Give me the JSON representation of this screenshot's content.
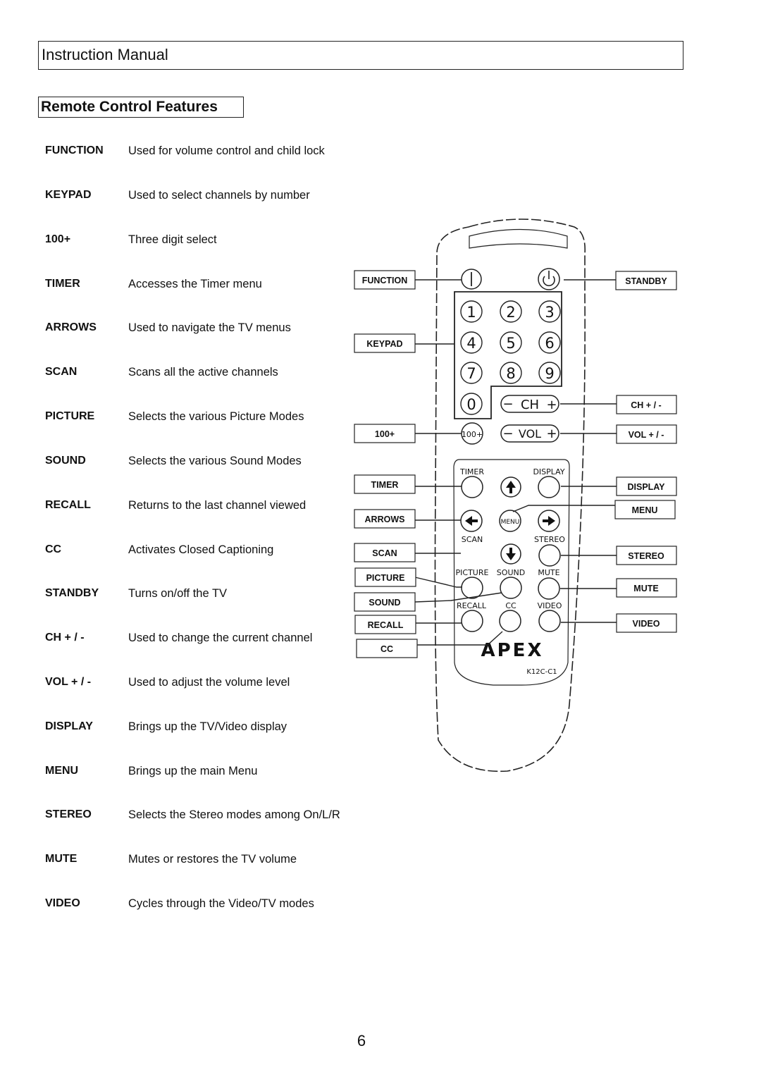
{
  "header": {
    "title": "Instruction Manual"
  },
  "section": {
    "title": "Remote Control Features"
  },
  "features": [
    {
      "key": "FUNCTION",
      "desc": "Used for volume control and child lock"
    },
    {
      "key": "KEYPAD",
      "desc": "Used to select channels by number"
    },
    {
      "key": "100+",
      "desc": "Three digit select"
    },
    {
      "key": "TIMER",
      "desc": "Accesses the Timer menu"
    },
    {
      "key": "ARROWS",
      "desc": "Used to navigate the TV menus"
    },
    {
      "key": "SCAN",
      "desc": "Scans all the active channels"
    },
    {
      "key": "PICTURE",
      "desc": "Selects the various Picture Modes"
    },
    {
      "key": "SOUND",
      "desc": "Selects the various Sound Modes"
    },
    {
      "key": "RECALL",
      "desc": "Returns to the last channel viewed"
    },
    {
      "key": "CC",
      "desc": "Activates Closed Captioning"
    },
    {
      "key": "STANDBY",
      "desc": "Turns on/off the TV"
    },
    {
      "key": "CH  + / -",
      "desc": "Used to change the current channel"
    },
    {
      "key": "VOL + / -",
      "desc": "Used to adjust the volume level"
    },
    {
      "key": "DISPLAY",
      "desc": "Brings up the TV/Video display"
    },
    {
      "key": "MENU",
      "desc": "Brings up the main Menu"
    },
    {
      "key": "STEREO",
      "desc": "Selects the Stereo modes among On/L/R"
    },
    {
      "key": "MUTE",
      "desc": "Mutes or restores the TV volume"
    },
    {
      "key": "VIDEO",
      "desc": "Cycles through the Video/TV modes"
    }
  ],
  "callouts": {
    "function": "FUNCTION",
    "keypad": "KEYPAD",
    "hundred": "100+",
    "timer": "TIMER",
    "arrows": "ARROWS",
    "scan": "SCAN",
    "picture": "PICTURE",
    "sound": "SOUND",
    "recall": "RECALL",
    "cc": "CC",
    "standby": "STANDBY",
    "ch": "CH + / -",
    "vol": "VOL + / -",
    "display": "DISPLAY",
    "menu": "MENU",
    "stereo": "STEREO",
    "mute": "MUTE",
    "video": "VIDEO"
  },
  "remote": {
    "keys": [
      "1",
      "2",
      "3",
      "4",
      "5",
      "6",
      "7",
      "8",
      "9",
      "0"
    ],
    "ch_label": "CH",
    "vol_label": "VOL",
    "hundred_label": "100+",
    "button_labels": {
      "timer": "TIMER",
      "display": "DISPLAY",
      "menu": "MENU",
      "scan": "SCAN",
      "stereo": "STEREO",
      "picture": "PICTURE",
      "sound": "SOUND",
      "mute": "MUTE",
      "recall": "RECALL",
      "cc": "CC",
      "video": "VIDEO"
    },
    "brand": "APEX",
    "model": "K12C-C1"
  },
  "page": {
    "number": "6"
  }
}
